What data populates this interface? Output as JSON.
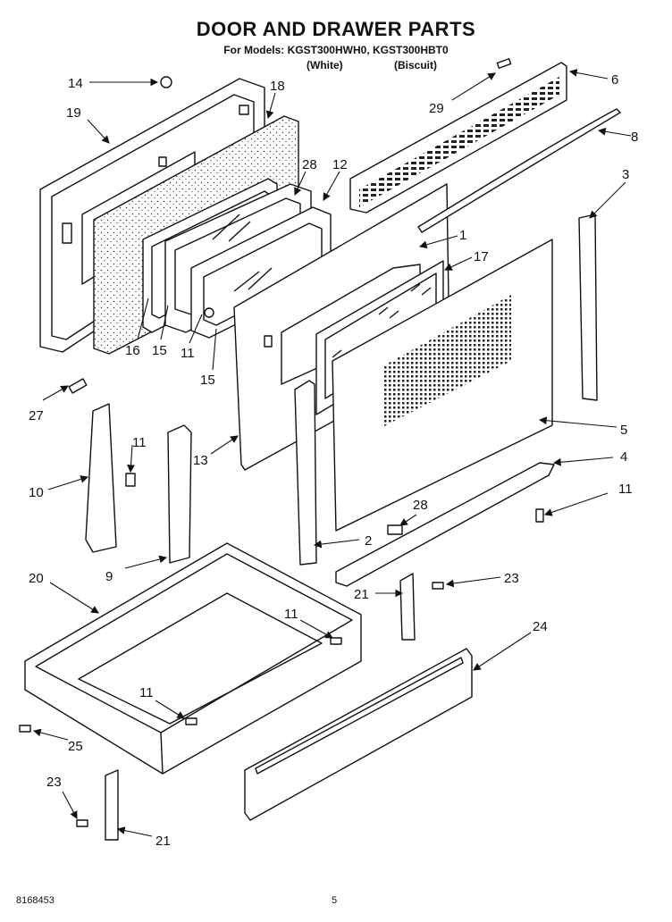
{
  "header": {
    "title": "DOOR AND DRAWER PARTS",
    "models_line": "For Models: KGST300HWH0, KGST300HBT0",
    "variant_white": "(White)",
    "variant_biscuit": "(Biscuit)"
  },
  "footer": {
    "doc_number": "8168453",
    "page_number": "5"
  },
  "callouts": {
    "c14": "14",
    "c18": "18",
    "c19": "19",
    "c28_top": "28",
    "c12": "12",
    "c29": "29",
    "c6": "6",
    "c8": "8",
    "c3": "3",
    "c1": "1",
    "c17": "17",
    "c16": "16",
    "c15_a": "15",
    "c11_a": "11",
    "c15_b": "15",
    "c27": "27",
    "c11_b": "11",
    "c10": "10",
    "c13": "13",
    "c5": "5",
    "c4": "4",
    "c11_c": "11",
    "c28_bottom": "28",
    "c2": "2",
    "c9": "9",
    "c20": "20",
    "c23_a": "23",
    "c21_a": "21",
    "c11_d": "11",
    "c24": "24",
    "c11_e": "11",
    "c25": "25",
    "c23_b": "23",
    "c21_b": "21"
  }
}
